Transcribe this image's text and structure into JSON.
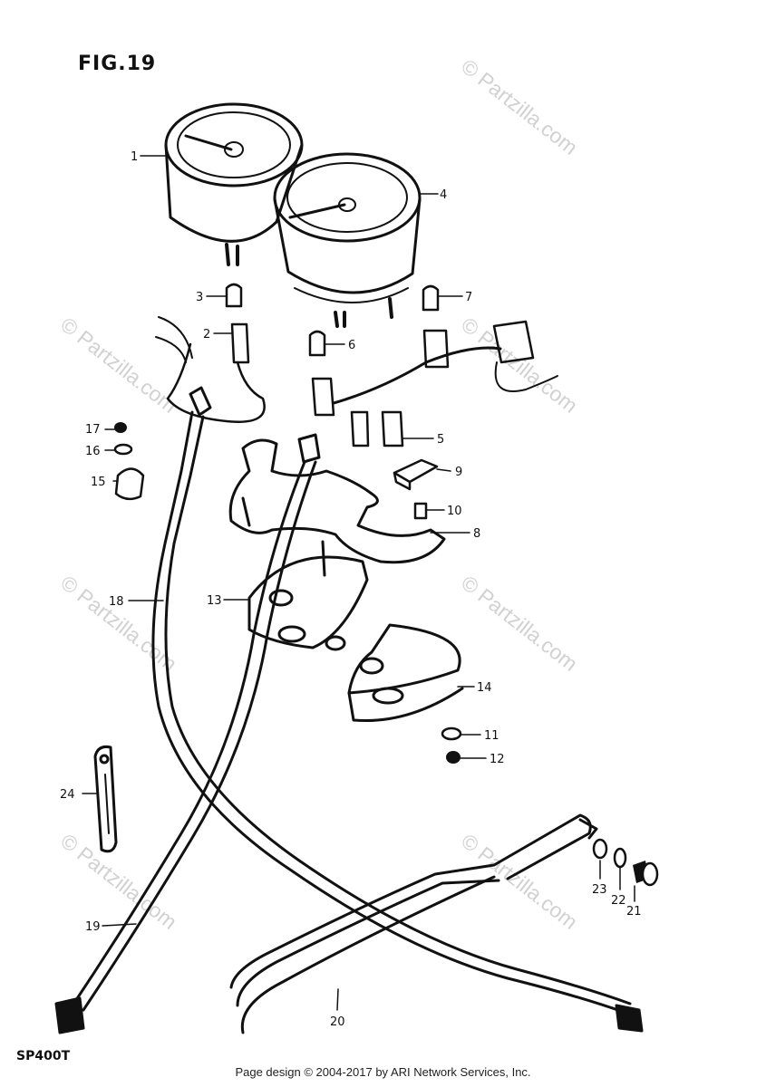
{
  "figure": {
    "title": "FIG.19",
    "model": "SP400T"
  },
  "footer": {
    "text": "Page design © 2004-2017 by ARI Network Services, Inc."
  },
  "watermark": {
    "text": "© Partzilla.com"
  },
  "callouts": [
    "1",
    "2",
    "3",
    "4",
    "5",
    "6",
    "7",
    "8",
    "9",
    "10",
    "11",
    "12",
    "13",
    "14",
    "15",
    "16",
    "17",
    "18",
    "19",
    "20",
    "21",
    "22",
    "23",
    "24"
  ]
}
